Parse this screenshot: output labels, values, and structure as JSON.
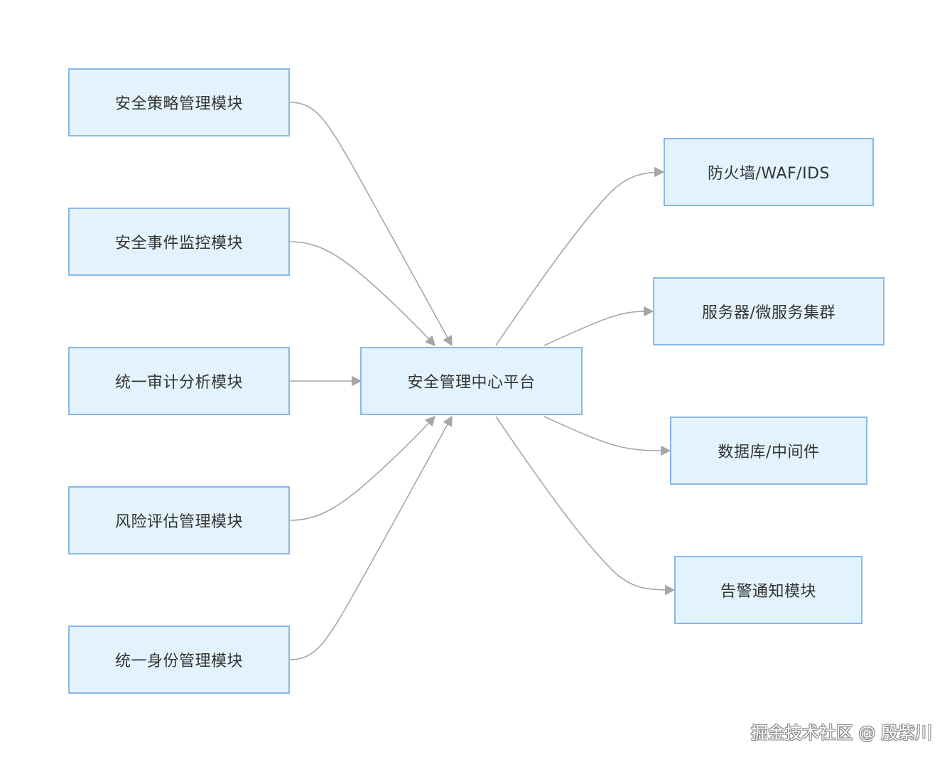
{
  "nodes": {
    "policy": "安全策略管理模块",
    "event": "安全事件监控模块",
    "audit": "统一审计分析模块",
    "risk": "风险评估管理模块",
    "identity": "统一身份管理模块",
    "center": "安全管理中心平台",
    "firewall": "防火墙/WAF/IDS",
    "servers": "服务器/微服务集群",
    "database": "数据库/中间件",
    "alert": "告警通知模块"
  },
  "watermark": "掘金技术社区 @ 殷紫川",
  "colors": {
    "node_fill": "#e3f3fd",
    "node_border": "#8ab8e6",
    "edge": "#a6a6a6",
    "text": "#333333"
  }
}
